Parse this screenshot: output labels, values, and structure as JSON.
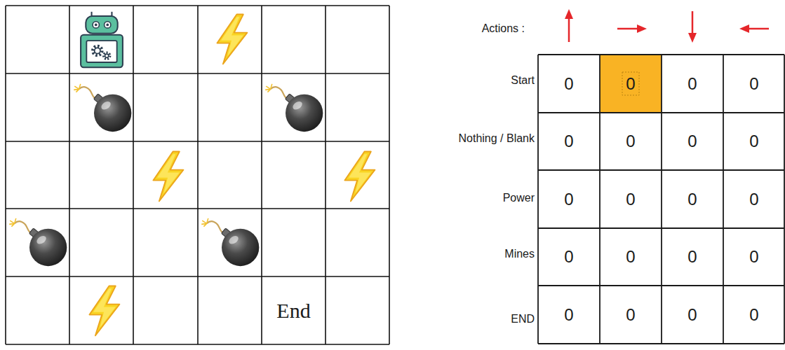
{
  "diagram": {
    "labels": [
      "End",
      "Actions :",
      "Start",
      "Nothing / Blank",
      "Power",
      "Mines",
      "END",
      "0",
      "0",
      "0",
      "0",
      "0",
      "0",
      "0",
      "0",
      "0",
      "0",
      "0",
      "0",
      "0",
      "0",
      "0",
      "0",
      "0",
      "0",
      "0",
      "0"
    ]
  }
}
